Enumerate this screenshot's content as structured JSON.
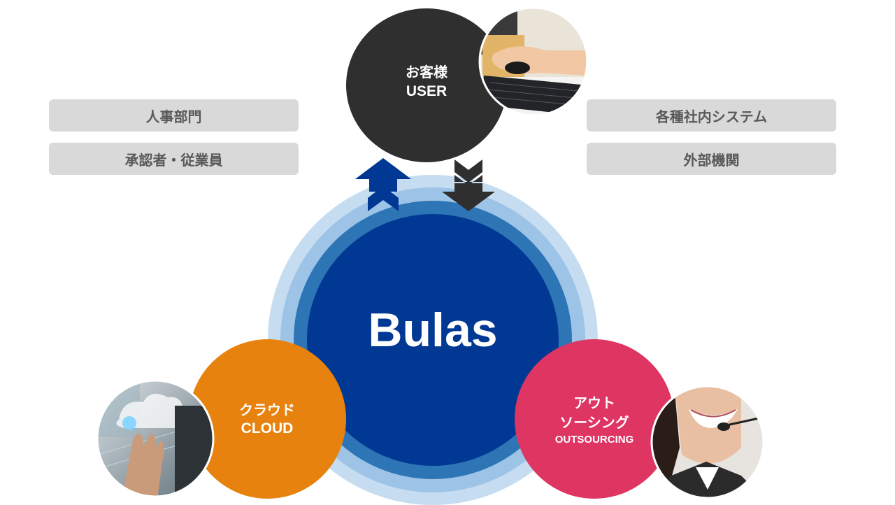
{
  "left_tags": [
    "人事部門",
    "承認者・従業員"
  ],
  "right_tags": [
    "各種社内システム",
    "外部機関"
  ],
  "center": {
    "title": "Bulas"
  },
  "user": {
    "jp": "お客様",
    "en": "USER"
  },
  "cloud": {
    "jp": "クラウド",
    "en": "CLOUD"
  },
  "outsourcing": {
    "jp1": "アウト",
    "jp2": "ソーシング",
    "en": "OUTSOURCING"
  },
  "colors": {
    "navy": "#003894",
    "ring1": "#c5dcf1",
    "ring2": "#9dc3e6",
    "ring3": "#2e75b6",
    "orange": "#e8820e",
    "pink": "#de3562",
    "dark": "#2f2f2f",
    "pill": "#d9d9d9"
  }
}
